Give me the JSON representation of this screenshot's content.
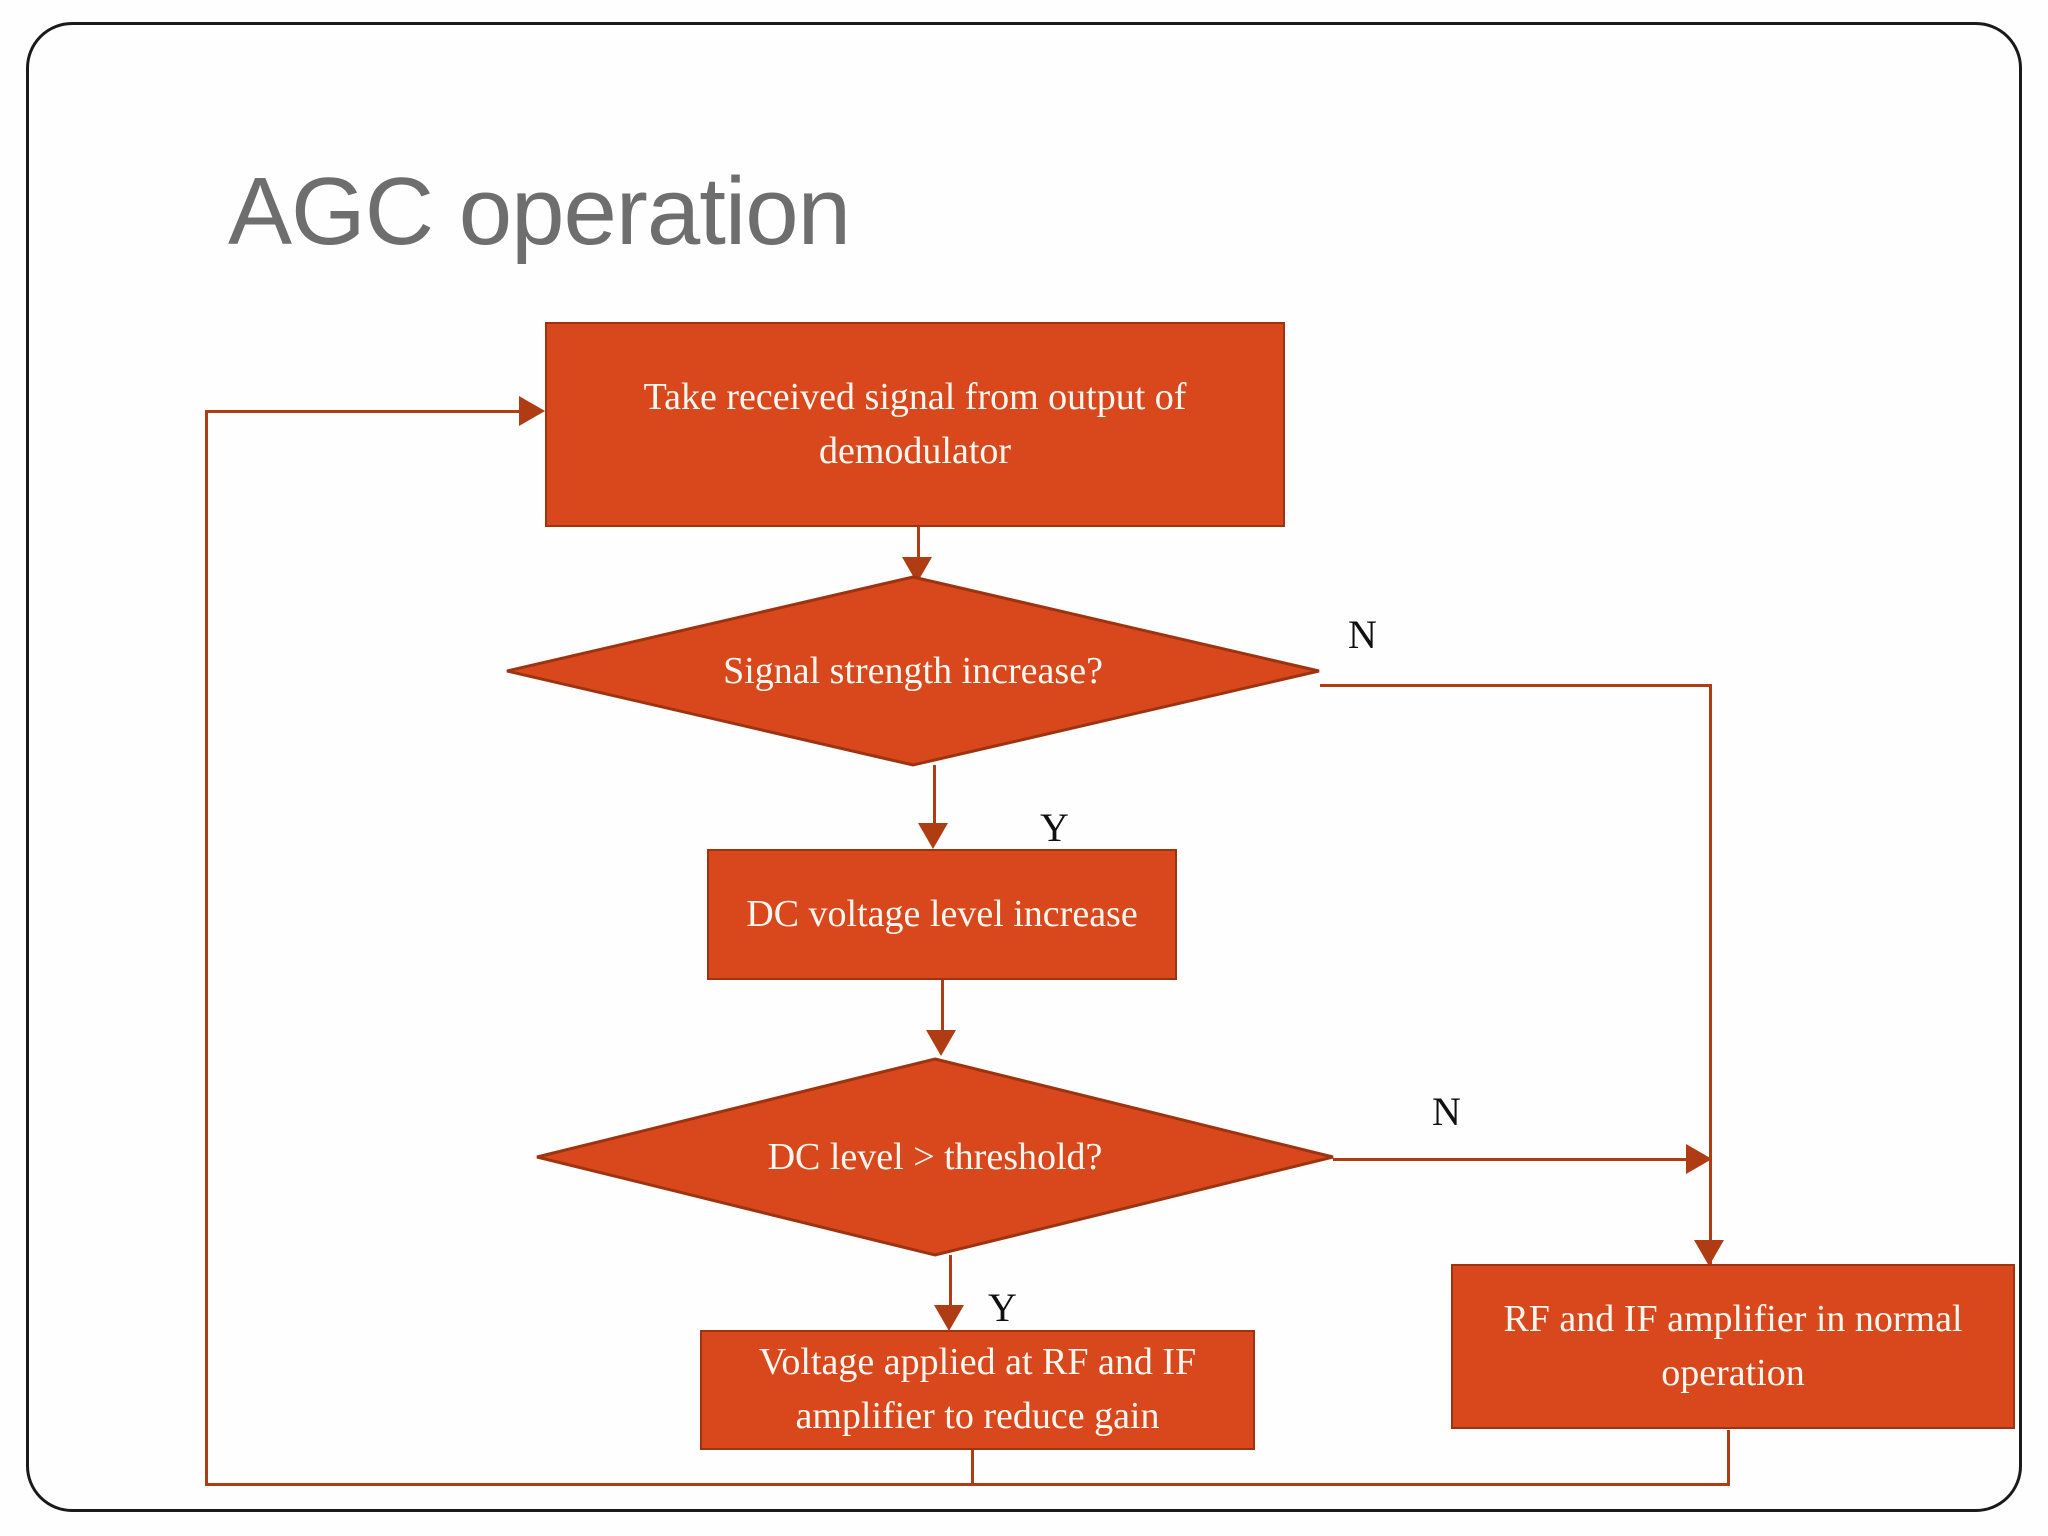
{
  "slide": {
    "title": "AGC operation",
    "title_color": "#6e6e6e",
    "background": "#fefefe",
    "frame_color": "#1a1a1a"
  },
  "theme": {
    "node_fill": "#D8481C",
    "node_border": "#9E3310",
    "node_text": "#FDF7F2",
    "connector": "#B03C14",
    "label_text": "#101010"
  },
  "flowchart": {
    "type": "flowchart",
    "nodes": [
      {
        "id": "n1",
        "shape": "process",
        "text": "Take received signal from output of demodulator"
      },
      {
        "id": "n2",
        "shape": "decision",
        "text": "Signal strength increase?"
      },
      {
        "id": "n3",
        "shape": "process",
        "text": "DC voltage level increase"
      },
      {
        "id": "n4",
        "shape": "decision",
        "text": "DC level > threshold?"
      },
      {
        "id": "n5",
        "shape": "process",
        "text": "Voltage applied at RF and IF amplifier to reduce gain"
      },
      {
        "id": "n6",
        "shape": "process",
        "text": "RF and IF amplifier in normal operation"
      }
    ],
    "edges": [
      {
        "from": "n1",
        "to": "n2",
        "label": ""
      },
      {
        "from": "n2",
        "to": "n3",
        "label": "Y"
      },
      {
        "from": "n2",
        "to": "n6",
        "label": "N"
      },
      {
        "from": "n3",
        "to": "n4",
        "label": ""
      },
      {
        "from": "n4",
        "to": "n5",
        "label": "Y"
      },
      {
        "from": "n4",
        "to": "n6",
        "label": "N"
      },
      {
        "from": "n5",
        "to": "n1",
        "label": ""
      },
      {
        "from": "n6",
        "to": "n1",
        "label": ""
      }
    ],
    "branch_labels": {
      "n2_no": "N",
      "n2_yes": "Y",
      "n4_no": "N",
      "n4_yes": "Y"
    }
  }
}
